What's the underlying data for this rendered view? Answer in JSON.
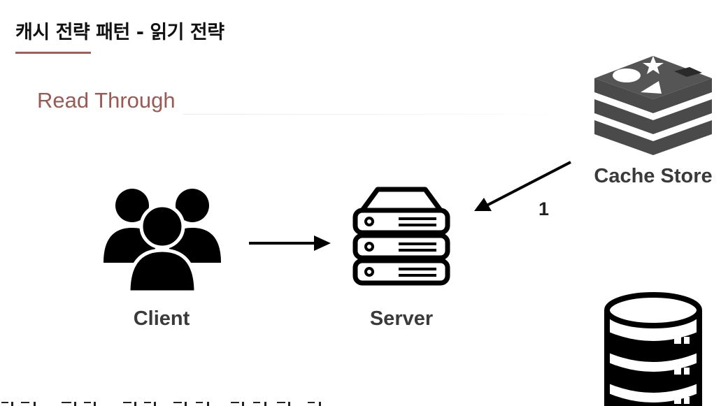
{
  "slide": {
    "title": "캐시 전략 패턴 - 읽기 전략",
    "subtitle": "Read Through",
    "footer_text": "(cut off at bottom edge)"
  },
  "nodes": {
    "client": {
      "label": "Client",
      "icon": "users-group-icon"
    },
    "server": {
      "label": "Server",
      "icon": "server-rack-icon"
    },
    "cache_store": {
      "label": "Cache Store",
      "icon": "redis-stack-icon"
    },
    "database": {
      "label": "",
      "icon": "database-icon"
    }
  },
  "edges": [
    {
      "from": "client",
      "to": "server",
      "label": ""
    },
    {
      "from": "cache_store",
      "to": "server",
      "label": "1"
    }
  ],
  "colors": {
    "accent": "#9a5a52",
    "title_underline": "#a06055",
    "label_gray": "#3a3a3a",
    "icon_dark": "#000000",
    "redis_gray": "#4a4a4a"
  }
}
